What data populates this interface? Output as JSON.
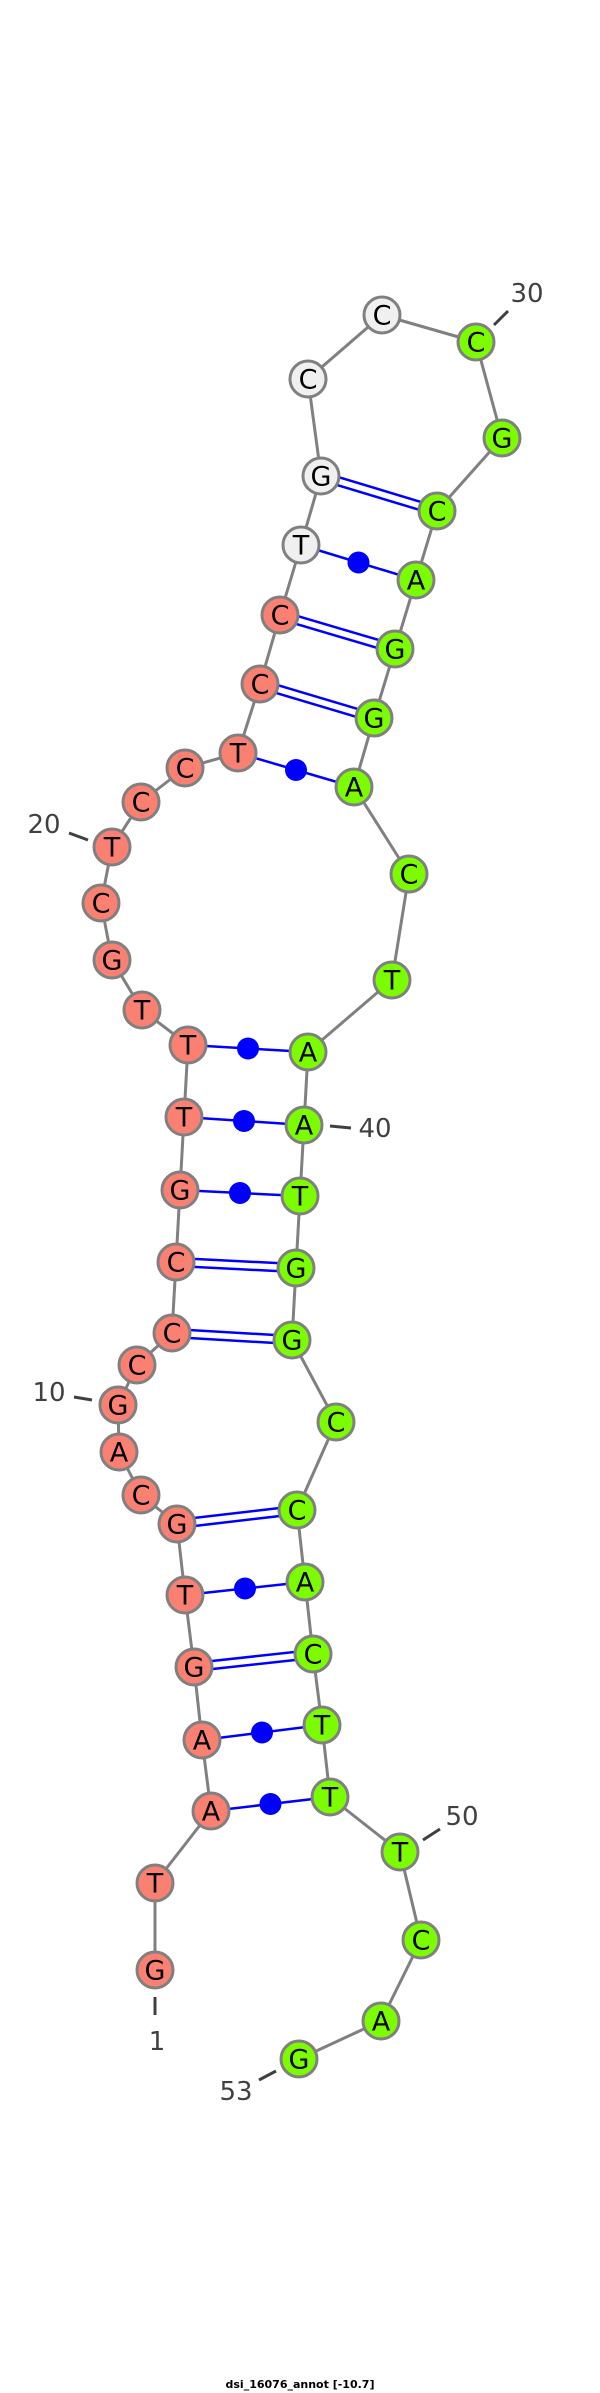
{
  "caption": "dsi_16076_annot [-10.7]",
  "sequence": [
    "G",
    "T",
    "A",
    "A",
    "G",
    "T",
    "G",
    "C",
    "A",
    "G",
    "C",
    "C",
    "C",
    "G",
    "T",
    "T",
    "T",
    "G",
    "C",
    "T",
    "C",
    "C",
    "T",
    "C",
    "C",
    "T",
    "G",
    "C",
    "C",
    "C",
    "G",
    "C",
    "A",
    "G",
    "G",
    "A",
    "C",
    "T",
    "A",
    "A",
    "T",
    "G",
    "G",
    "C",
    "C",
    "A",
    "C",
    "T",
    "T",
    "T",
    "C",
    "A",
    "G"
  ],
  "regions": [
    {
      "from": 1,
      "to": 25,
      "color": "#fa8072"
    },
    {
      "from": 26,
      "to": 29,
      "color": "#f0f0f0"
    },
    {
      "from": 30,
      "to": 53,
      "color": "#7cfc00"
    }
  ],
  "pairs": [
    [
      3,
      49
    ],
    [
      4,
      48
    ],
    [
      5,
      47
    ],
    [
      6,
      46
    ],
    [
      7,
      45
    ],
    [
      12,
      43
    ],
    [
      13,
      42
    ],
    [
      14,
      41
    ],
    [
      15,
      40
    ],
    [
      16,
      39
    ],
    [
      23,
      36
    ],
    [
      24,
      35
    ],
    [
      25,
      34
    ],
    [
      26,
      33
    ],
    [
      27,
      32
    ]
  ],
  "position_labels": [
    "1",
    "10",
    "20",
    "30",
    "40",
    "50",
    "53"
  ],
  "colors": {
    "backbone": "#808080",
    "pair": "#0000ff",
    "label": "#404040"
  }
}
